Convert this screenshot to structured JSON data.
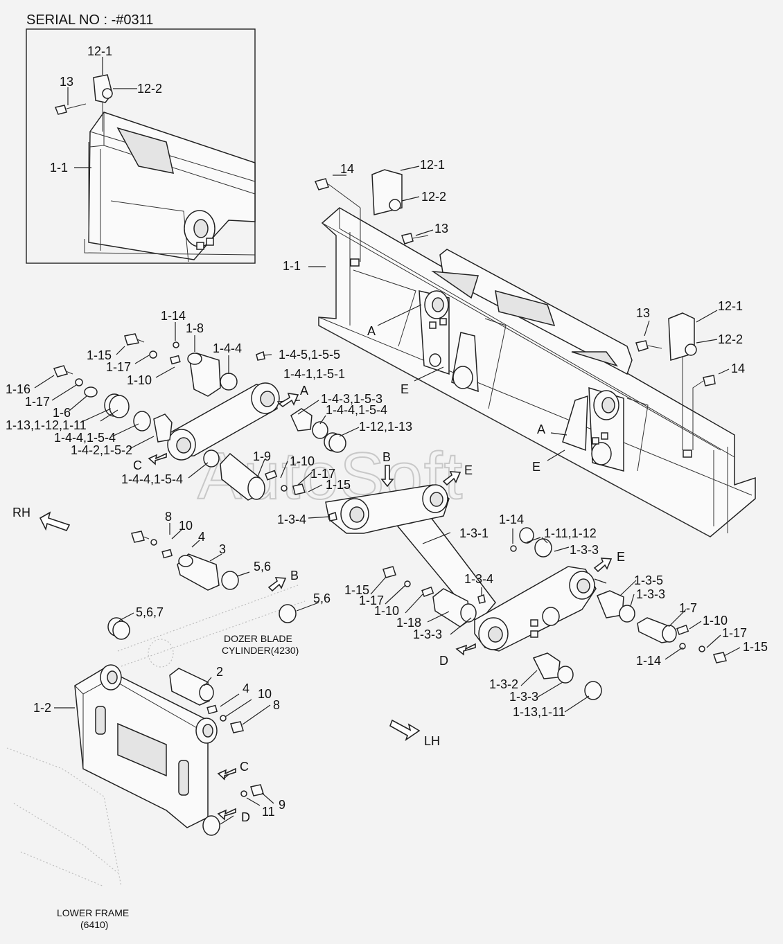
{
  "header": {
    "serial": "SERIAL NO : -#0311"
  },
  "watermark": "AutoSoft",
  "inset_labels": [
    "12-1",
    "13",
    "12-2",
    "1-1"
  ],
  "blade_labels": [
    "14",
    "12-1",
    "12-2",
    "13",
    "1-1",
    "A",
    "13",
    "12-1",
    "12-2",
    "14",
    "E",
    "A",
    "E"
  ],
  "link_labels": [
    "1-14",
    "1-8",
    "1-15",
    "1-17",
    "1-10",
    "1-4-4",
    "1-4-5,1-5-5",
    "1-16",
    "1-17",
    "1-6",
    "1-4-1,1-5-1",
    "1-13,1-12,1-11",
    "1-4-4,1-5-4",
    "1-4-2,1-5-2",
    "1-4-3,1-5-3",
    "1-4-4,1-5-4",
    "1-12,1-13",
    "C",
    "1-4-4,1-5-4",
    "1-9",
    "1-10",
    "1-17",
    "1-15",
    "A",
    "B",
    "E"
  ],
  "frame_labels": [
    "1-3-4",
    "1-3-1",
    "1-14",
    "1-11,1-12",
    "1-3-3",
    "E",
    "1-3-5",
    "1-3-3",
    "1-15",
    "1-3-4",
    "1-17",
    "1-10",
    "1-18",
    "1-3-3",
    "1-7",
    "1-10",
    "1-17",
    "1-15",
    "1-14",
    "D",
    "1-3-2",
    "1-3-3",
    "1-13,1-11"
  ],
  "cylinder_labels": [
    "8",
    "10",
    "4",
    "3",
    "5,6",
    "B",
    "5,6",
    "5,6,7"
  ],
  "lower_labels": [
    "2",
    "4",
    "10",
    "8",
    "1-2",
    "C",
    "9",
    "11",
    "D"
  ],
  "direction_labels": {
    "rh": "RH",
    "lh": "LH"
  },
  "notes": {
    "cylinder_line1": "DOZER BLADE",
    "cylinder_line2": "CYLINDER(4230)",
    "lower_line1": "LOWER FRAME",
    "lower_line2": "(6410)"
  }
}
